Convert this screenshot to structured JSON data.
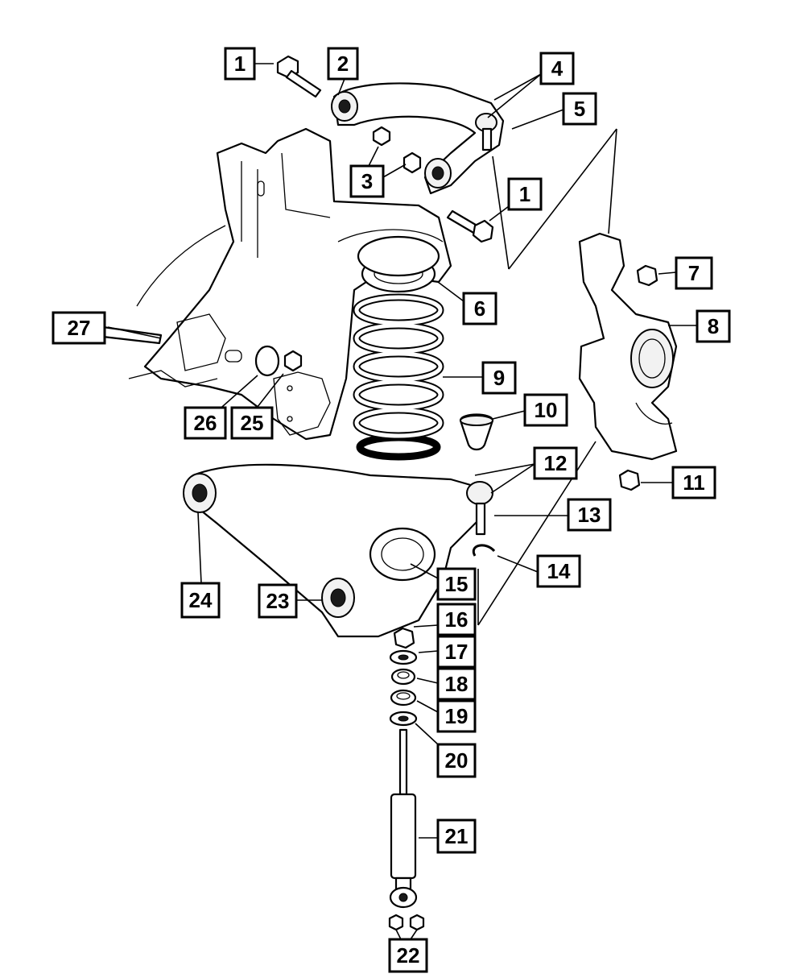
{
  "callouts": [
    {
      "id": "c1a",
      "label": "1"
    },
    {
      "id": "c2",
      "label": "2"
    },
    {
      "id": "c4",
      "label": "4"
    },
    {
      "id": "c5",
      "label": "5"
    },
    {
      "id": "c3",
      "label": "3"
    },
    {
      "id": "c1b",
      "label": "1"
    },
    {
      "id": "c7",
      "label": "7"
    },
    {
      "id": "c6",
      "label": "6"
    },
    {
      "id": "c8",
      "label": "8"
    },
    {
      "id": "c27",
      "label": "27"
    },
    {
      "id": "c9",
      "label": "9"
    },
    {
      "id": "c10",
      "label": "10"
    },
    {
      "id": "c26",
      "label": "26"
    },
    {
      "id": "c25",
      "label": "25"
    },
    {
      "id": "c12",
      "label": "12"
    },
    {
      "id": "c11",
      "label": "11"
    },
    {
      "id": "c13",
      "label": "13"
    },
    {
      "id": "c24",
      "label": "24"
    },
    {
      "id": "c14",
      "label": "14"
    },
    {
      "id": "c15",
      "label": "15"
    },
    {
      "id": "c23",
      "label": "23"
    },
    {
      "id": "c16",
      "label": "16"
    },
    {
      "id": "c17",
      "label": "17"
    },
    {
      "id": "c18",
      "label": "18"
    },
    {
      "id": "c19",
      "label": "19"
    },
    {
      "id": "c20",
      "label": "20"
    },
    {
      "id": "c21",
      "label": "21"
    },
    {
      "id": "c22",
      "label": "22"
    }
  ]
}
